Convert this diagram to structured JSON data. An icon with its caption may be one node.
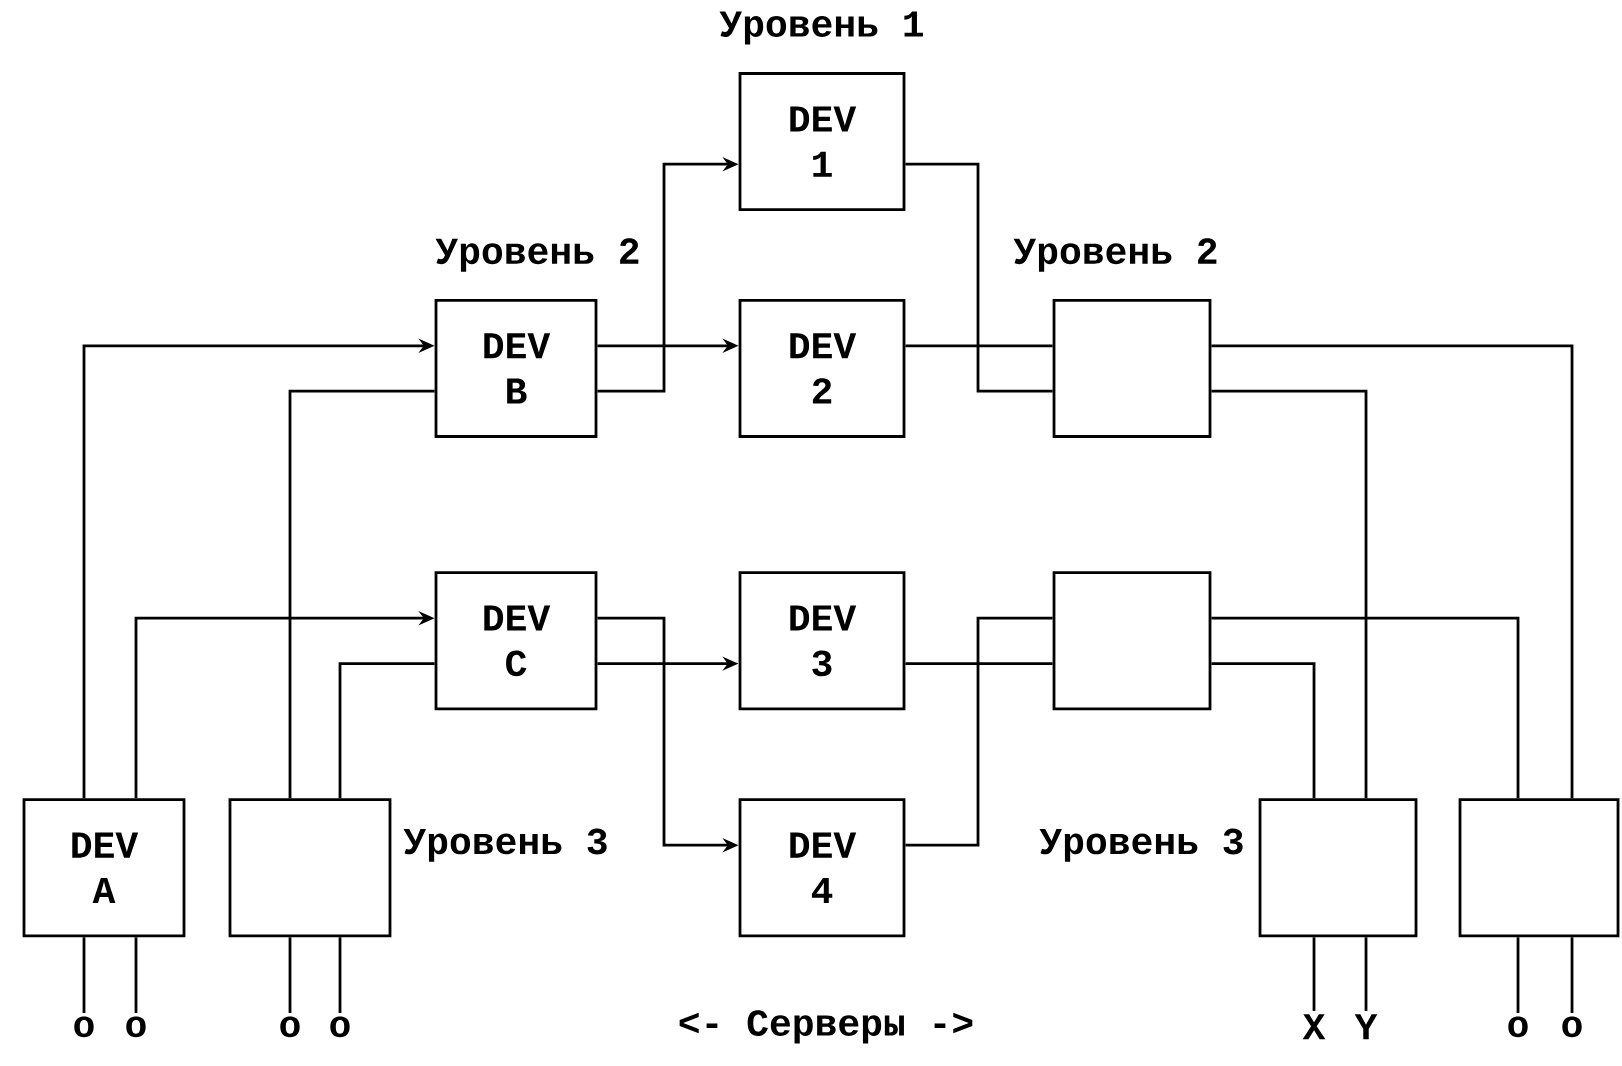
{
  "diagram": {
    "nodes": [
      {
        "text": [
          "DEV 1"
        ]
      },
      {
        "text": [
          "DEV B"
        ]
      },
      {
        "text": [
          "DEV 2"
        ]
      },
      {
        "text": [],
        "shape": "box"
      },
      {
        "text": [
          "DEV C"
        ]
      },
      {
        "text": [
          "DEV 3"
        ]
      },
      {
        "text": [],
        "shape": "box"
      },
      {
        "text": [
          "DEV A"
        ]
      },
      {
        "text": [],
        "shape": "box"
      },
      {
        "text": [
          "DEV 4"
        ]
      },
      {
        "text": [],
        "shape": "box"
      },
      {
        "text": [],
        "shape": "box"
      },
      {
        "text": [
          "o"
        ]
      },
      {
        "text": [
          "o"
        ]
      },
      {
        "text": [
          "o"
        ]
      },
      {
        "text": [
          "o"
        ]
      },
      {
        "text": [
          "X"
        ]
      },
      {
        "text": [
          "Y"
        ]
      },
      {
        "text": [
          "o"
        ]
      },
      {
        "text": [
          "o"
        ]
      }
    ],
    "edges": [
      {
        "from": 1,
        "to": 2,
        "arrow": "to"
      },
      {
        "from": 1,
        "to": 0,
        "arrow": "to"
      },
      {
        "from": 2,
        "to": 3,
        "arrow": "none"
      },
      {
        "from": 0,
        "to": 3,
        "arrow": "none"
      },
      {
        "from": 4,
        "to": 5,
        "arrow": "to"
      },
      {
        "from": 4,
        "to": 9,
        "arrow": "to"
      },
      {
        "from": 5,
        "to": 6,
        "arrow": "none"
      },
      {
        "from": 9,
        "to": 6,
        "arrow": "none"
      },
      {
        "from": 7,
        "to": 1,
        "arrow": "to"
      },
      {
        "from": 8,
        "to": 1,
        "arrow": "none"
      },
      {
        "from": 7,
        "to": 4,
        "arrow": "to"
      },
      {
        "from": 8,
        "to": 4,
        "arrow": "none"
      },
      {
        "from": 3,
        "to": 11,
        "arrow": "none"
      },
      {
        "from": 3,
        "to": 10,
        "arrow": "none"
      },
      {
        "from": 6,
        "to": 11,
        "arrow": "none"
      },
      {
        "from": 6,
        "to": 10,
        "arrow": "none"
      },
      {
        "from": 7,
        "to": 12,
        "arrow": "none"
      },
      {
        "from": 7,
        "to": 13,
        "arrow": "none"
      },
      {
        "from": 8,
        "to": 14,
        "arrow": "none"
      },
      {
        "from": 8,
        "to": 15,
        "arrow": "none"
      },
      {
        "from": 10,
        "to": 16,
        "arrow": "none"
      },
      {
        "from": 10,
        "to": 17,
        "arrow": "none"
      },
      {
        "from": 11,
        "to": 18,
        "arrow": "none"
      },
      {
        "from": 11,
        "to": 19,
        "arrow": "none"
      }
    ],
    "labels": [
      "Уровень 1",
      "Уровень 2",
      "Уровень 2",
      "Уровень 3",
      "Уровень 3",
      "<- Серверы ->"
    ]
  }
}
